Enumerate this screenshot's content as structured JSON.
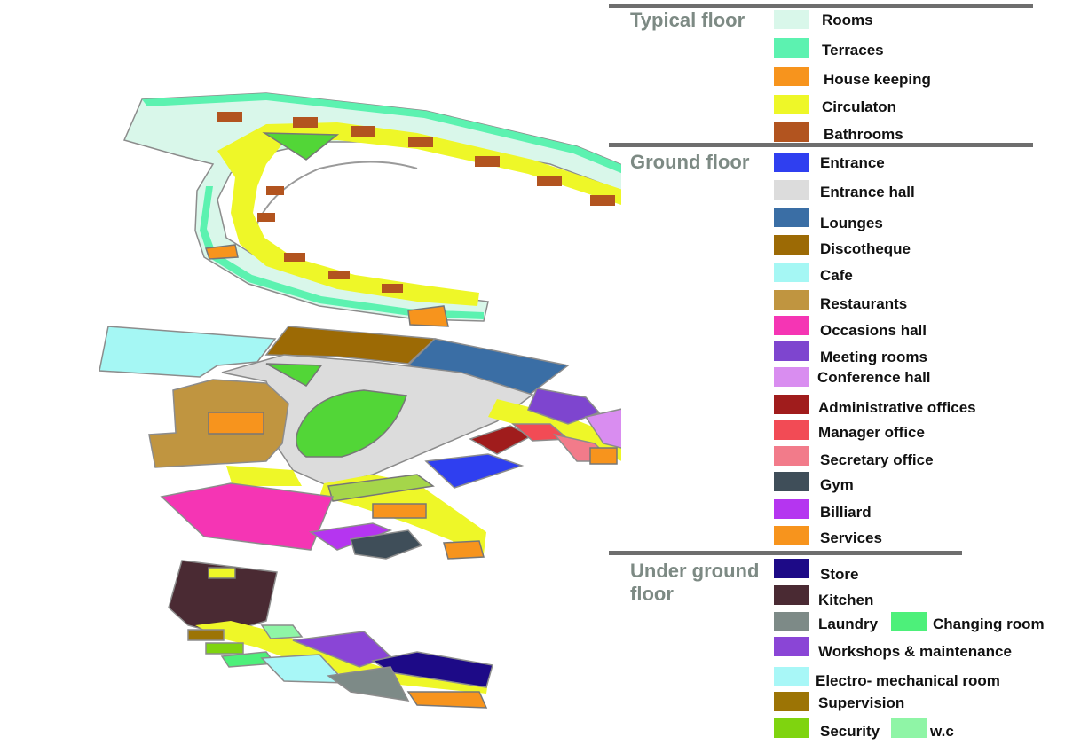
{
  "legend": {
    "typical": {
      "heading": "Typical floor",
      "items": [
        {
          "label": "Rooms",
          "color": "#d9f7ea"
        },
        {
          "label": "Terraces",
          "color": "#5cf2b0"
        },
        {
          "label": "House keeping",
          "color": "#f7941d"
        },
        {
          "label": "Circulaton",
          "color": "#eef728"
        },
        {
          "label": "Bathrooms",
          "color": "#b2541f"
        }
      ]
    },
    "ground": {
      "heading": "Ground floor",
      "items": [
        {
          "label": "Entrance",
          "color": "#2f3ff0"
        },
        {
          "label": "Entrance hall",
          "color": "#dcdcdc"
        },
        {
          "label": "Lounges",
          "color": "#3a6ea5"
        },
        {
          "label": "Discotheque",
          "color": "#9c6a05"
        },
        {
          "label": "Cafe",
          "color": "#a5f7f4"
        },
        {
          "label": "Restaurants",
          "color": "#c09540"
        },
        {
          "label": "Occasions hall",
          "color": "#f535b4"
        },
        {
          "label": "Meeting rooms",
          "color": "#7e45cf"
        },
        {
          "label": "Conference hall",
          "color": "#d98df0"
        },
        {
          "label": "Administrative offices",
          "color": "#a01c1c"
        },
        {
          "label": "Manager office",
          "color": "#f24b55"
        },
        {
          "label": "Secretary office",
          "color": "#f27b8a"
        },
        {
          "label": "Gym",
          "color": "#3f4e59"
        },
        {
          "label": "Billiard",
          "color": "#b535f0"
        },
        {
          "label": "Services",
          "color": "#f7941d"
        }
      ]
    },
    "under": {
      "heading_line1": "Under ground",
      "heading_line2": "floor",
      "items": [
        {
          "label": "Store",
          "color": "#1d0a87"
        },
        {
          "label": "Kitchen",
          "color": "#4a2a33"
        },
        {
          "label": "Laundry",
          "color": "#7d8a87"
        },
        {
          "label": "Changing room",
          "color": "#4df07a"
        },
        {
          "label": "Workshops & maintenance",
          "color": "#8a45d6"
        },
        {
          "label": "Electro- mechanical room",
          "color": "#a8f7f7"
        },
        {
          "label": "Supervision",
          "color": "#9c7405"
        },
        {
          "label": "Security",
          "color": "#7fd40f"
        },
        {
          "label": "w.c",
          "color": "#8ff5a6"
        }
      ]
    },
    "rule_color": "#6e6e6e",
    "heading_color": "#7d8a84"
  },
  "plan_colors": {
    "rooms": "#d9f7ea",
    "terraces": "#5cf2b0",
    "housekeeping": "#f7941d",
    "circulation": "#eef728",
    "bathrooms": "#b2541f",
    "courtyard": "#52d637",
    "hall": "#dcdcdc"
  }
}
